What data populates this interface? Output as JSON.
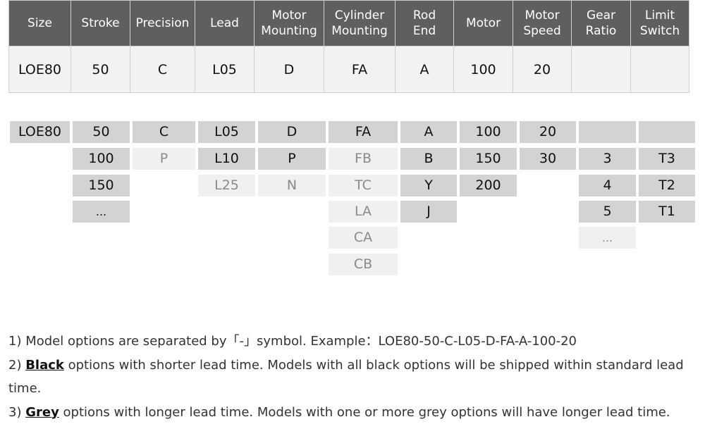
{
  "header": {
    "columns": [
      "Size",
      "Stroke",
      "Precision",
      "Lead",
      "Motor\nMounting",
      "Cylinder\nMounting",
      "Rod\nEnd",
      "Motor",
      "Motor\nSpeed",
      "Gear\nRatio",
      "Limit\nSwitch"
    ],
    "values": [
      "LOE80",
      "50",
      "C",
      "L05",
      "D",
      "FA",
      "A",
      "100",
      "20",
      "",
      ""
    ]
  },
  "options": {
    "size": [
      {
        "t": "LOE80",
        "c": "black"
      }
    ],
    "stroke": [
      {
        "t": "50",
        "c": "black"
      },
      {
        "t": "100",
        "c": "black"
      },
      {
        "t": "150",
        "c": "black"
      },
      {
        "t": "...",
        "c": "black"
      }
    ],
    "precision": [
      {
        "t": "C",
        "c": "black"
      },
      {
        "t": "P",
        "c": "grey"
      }
    ],
    "lead": [
      {
        "t": "L05",
        "c": "black"
      },
      {
        "t": "L10",
        "c": "black"
      },
      {
        "t": "L25",
        "c": "grey"
      }
    ],
    "motor_mounting": [
      {
        "t": "D",
        "c": "black"
      },
      {
        "t": "P",
        "c": "black"
      },
      {
        "t": "N",
        "c": "grey"
      }
    ],
    "cylinder_mounting": [
      {
        "t": "FA",
        "c": "black"
      },
      {
        "t": "FB",
        "c": "grey"
      },
      {
        "t": "TC",
        "c": "grey"
      },
      {
        "t": "LA",
        "c": "grey"
      },
      {
        "t": "CA",
        "c": "grey"
      },
      {
        "t": "CB",
        "c": "grey"
      }
    ],
    "rod_end": [
      {
        "t": "A",
        "c": "black"
      },
      {
        "t": "B",
        "c": "black"
      },
      {
        "t": "Y",
        "c": "black"
      },
      {
        "t": "J",
        "c": "black"
      }
    ],
    "motor": [
      {
        "t": "100",
        "c": "black"
      },
      {
        "t": "150",
        "c": "black"
      },
      {
        "t": "200",
        "c": "black"
      }
    ],
    "motor_speed": [
      {
        "t": "20",
        "c": "black"
      },
      {
        "t": "30",
        "c": "black"
      }
    ],
    "gear_ratio": [
      {
        "t": "",
        "c": "black"
      },
      {
        "t": "3",
        "c": "black"
      },
      {
        "t": "4",
        "c": "black"
      },
      {
        "t": "5",
        "c": "black"
      },
      {
        "t": "...",
        "c": "grey"
      }
    ],
    "limit_switch": [
      {
        "t": "",
        "c": "black"
      },
      {
        "t": "T3",
        "c": "black"
      },
      {
        "t": "T2",
        "c": "black"
      },
      {
        "t": "T1",
        "c": "black"
      }
    ]
  },
  "notes": {
    "n1": "1) Model options are separated by「-」symbol. Example：LOE80-50-C-L05-D-FA-A-100-20",
    "n2_prefix": "2) ",
    "n2_kw": "Black",
    "n2_rest": " options with shorter lead time. Models with all black options will be shipped within standard lead time.",
    "n3_prefix": "3) ",
    "n3_kw": "Grey",
    "n3_rest": " options with longer lead time. Models with one or more grey options will have longer lead time."
  },
  "colors": {
    "header_bg": "#5f5f5f",
    "row_bg": "#f2f2f2",
    "black_cell_bg": "#d3d3d3",
    "grey_cell_bg": "#f0f0f0",
    "grey_text": "#8a8a8a"
  }
}
